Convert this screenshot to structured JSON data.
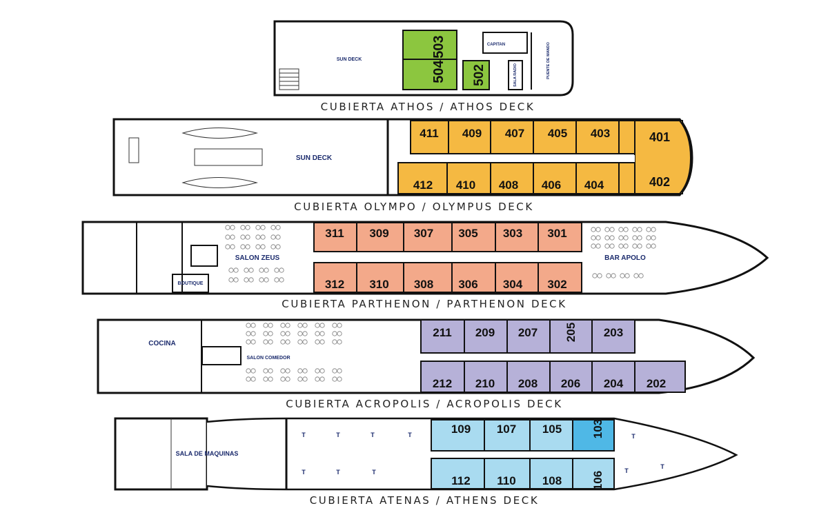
{
  "colors": {
    "athos": "#8cc63f",
    "olympus": "#f5b942",
    "parthenon": "#f3a98a",
    "acropolis": "#b6b1d8",
    "athens": "#a9dbf0",
    "athens_dark": "#4fb8e6"
  },
  "decks": {
    "athos": {
      "title": "CUBIERTA ATHOS / ATHOS DECK",
      "labels": {
        "sun_deck": "SUN DECK",
        "capitan": "CAPITAN",
        "sala_radio": "SALA RADIO",
        "puente": "PUENTE DE MANDO"
      },
      "cabins": [
        "503",
        "504",
        "502"
      ]
    },
    "olympus": {
      "title": "CUBIERTA OLYMPO / OLYMPUS DECK",
      "labels": {
        "sun_deck": "SUN DECK"
      },
      "cabins_top": [
        "411",
        "409",
        "407",
        "405",
        "403"
      ],
      "cabins_bottom": [
        "412",
        "410",
        "408",
        "406",
        "404"
      ],
      "bow_top": "401",
      "bow_bottom": "402"
    },
    "parthenon": {
      "title": "CUBIERTA PARTHENON / PARTHENON DECK",
      "labels": {
        "salon_zeus": "SALON ZEUS",
        "boutique": "BOUTIQUE",
        "bar_apolo": "BAR APOLO"
      },
      "cabins_top": [
        "311",
        "309",
        "307",
        "305",
        "303",
        "301"
      ],
      "cabins_bottom": [
        "312",
        "310",
        "308",
        "306",
        "304",
        "302"
      ]
    },
    "acropolis": {
      "title": "CUBIERTA ACROPOLIS / ACROPOLIS DECK",
      "labels": {
        "cocina": "COCINA",
        "salon_comedor": "SALON COMEDOR"
      },
      "cabins_top": [
        "211",
        "209",
        "207",
        "205",
        "203"
      ],
      "cabins_bottom": [
        "212",
        "210",
        "208",
        "206",
        "204",
        "202"
      ]
    },
    "athens": {
      "title": "CUBIERTA ATENAS / ATHENS DECK",
      "labels": {
        "sala_maquinas": "SALA DE MAQUINAS",
        "toilet": "T"
      },
      "cabins_top": [
        "109",
        "107",
        "105",
        "103"
      ],
      "cabins_bottom": [
        "112",
        "110",
        "108",
        "106"
      ]
    }
  }
}
